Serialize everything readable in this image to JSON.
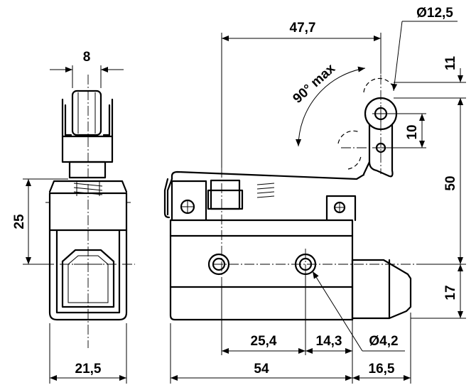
{
  "dimensions": {
    "roller_width": "8",
    "body_height_side": "25",
    "body_width_side": "21,5",
    "lever_length": "47,7",
    "roller_diameter": "Ø12,5",
    "roller_offset_top": "11",
    "roller_pin_spacing": "10",
    "operating_height": "50",
    "angle": "90° max",
    "hole_spacing": "25,4",
    "hole_to_edge": "14,3",
    "hole_diameter": "Ø4,2",
    "body_length": "54",
    "plunger_length": "16,5",
    "plunger_height": "17"
  }
}
